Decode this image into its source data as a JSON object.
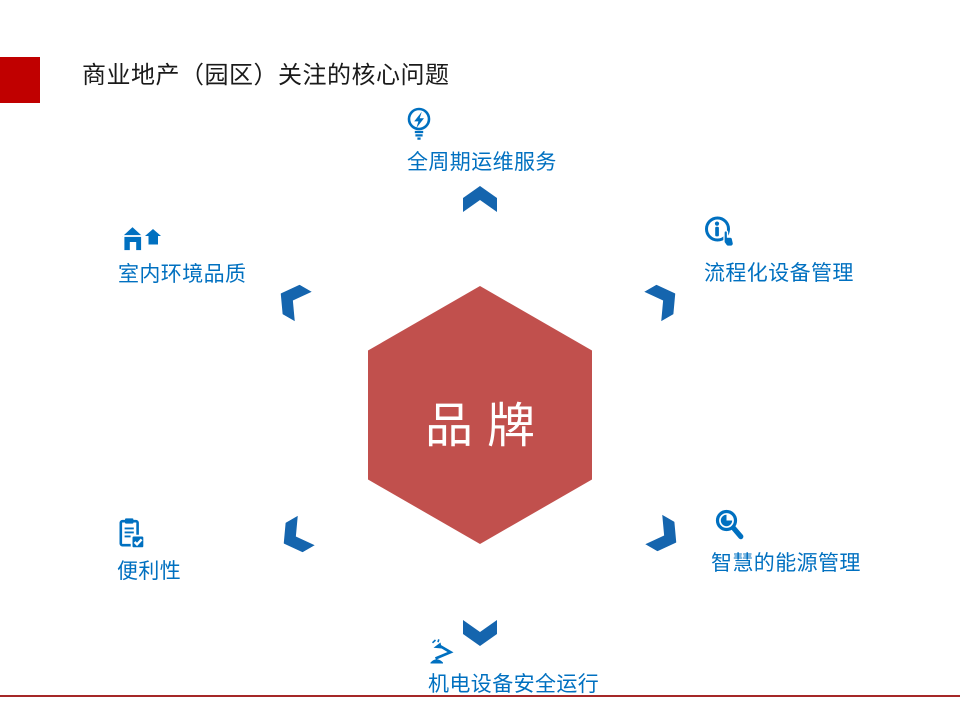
{
  "slide": {
    "title": "商业地产（园区）关注的核心问题",
    "hexagon": {
      "label": "品牌"
    },
    "items": [
      {
        "label": "全周期运维服务",
        "icon": "lightbulb-bolt-icon",
        "position": "top"
      },
      {
        "label": "流程化设备管理",
        "icon": "info-click-icon",
        "position": "upper-right"
      },
      {
        "label": "智慧的能源管理",
        "icon": "magnifier-icon",
        "position": "lower-right"
      },
      {
        "label": "机电设备安全运行",
        "icon": "desk-lamp-icon",
        "position": "bottom"
      },
      {
        "label": "便利性",
        "icon": "clipboard-check-icon",
        "position": "lower-left"
      },
      {
        "label": "室内环境品质",
        "icon": "houses-icon",
        "position": "upper-left"
      }
    ],
    "colors": {
      "accent_red": "#C00000",
      "hexagon_fill": "#C1504D",
      "icon_text_blue": "#0070C0",
      "chevron_blue": "#1565AE",
      "footer_line_red": "#A52828",
      "title_text": "#1A1A1A",
      "hexagon_label_text": "#FFFFFF"
    }
  }
}
